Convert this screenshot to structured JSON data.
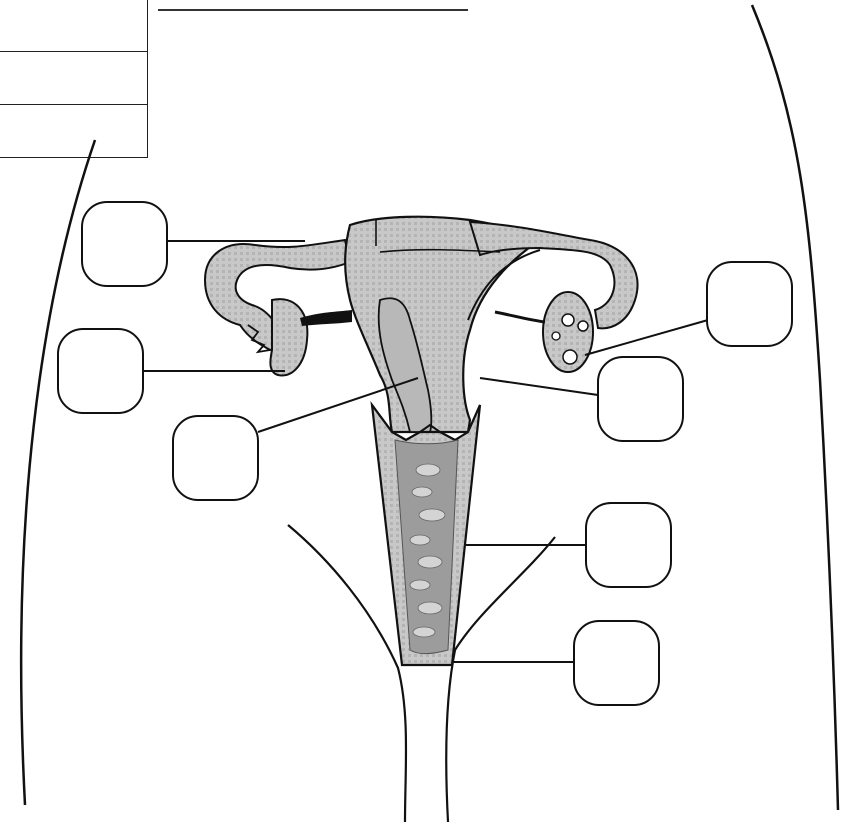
{
  "diagram": {
    "answer_table": {
      "rows": 3
    },
    "label_boxes": [
      {
        "id": "label-box-1",
        "value": ""
      },
      {
        "id": "label-box-2",
        "value": ""
      },
      {
        "id": "label-box-3",
        "value": ""
      },
      {
        "id": "label-box-4",
        "value": ""
      },
      {
        "id": "label-box-5",
        "value": ""
      },
      {
        "id": "label-box-6",
        "value": ""
      },
      {
        "id": "label-box-7",
        "value": ""
      }
    ],
    "colors": {
      "outline": "#111111",
      "tissue_fill": "#c4c4c4",
      "inner_fill": "#9c9c9c",
      "background": "#ffffff"
    }
  }
}
